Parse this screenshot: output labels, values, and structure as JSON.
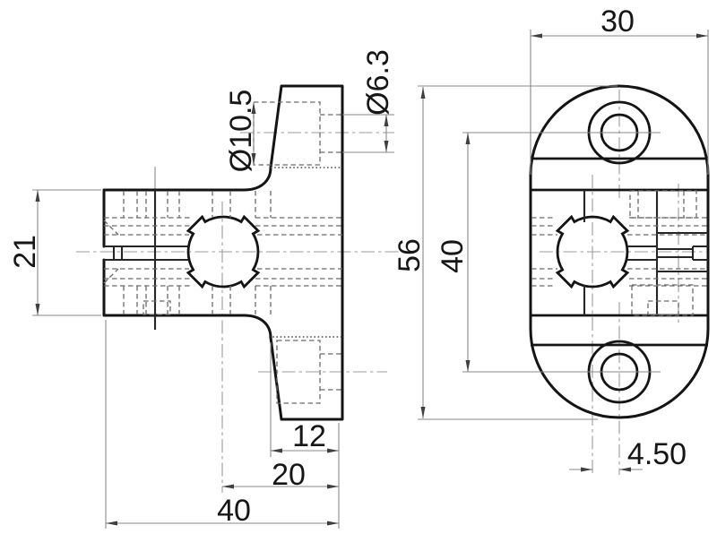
{
  "drawing": {
    "views": {
      "side_view": "side-view",
      "front_view": "front-view"
    },
    "dimensions": {
      "front_width": "30",
      "small_hole_dia": "Ø6.3",
      "counterbore_dia": "Ø10.5",
      "clamp_block_height": "21",
      "overall_height": "56",
      "hole_pitch": "40",
      "flange_depth": "12",
      "bore_to_rear": "20",
      "overall_depth": "40",
      "bore_center_offset": "4.50"
    },
    "colors": {
      "background": "#ffffff",
      "outline": "#141414",
      "hidden_line": "#6a6a6a",
      "centerline": "#9b9b9b",
      "dimension_line": "#8a8a8a",
      "text": "#161616"
    }
  }
}
